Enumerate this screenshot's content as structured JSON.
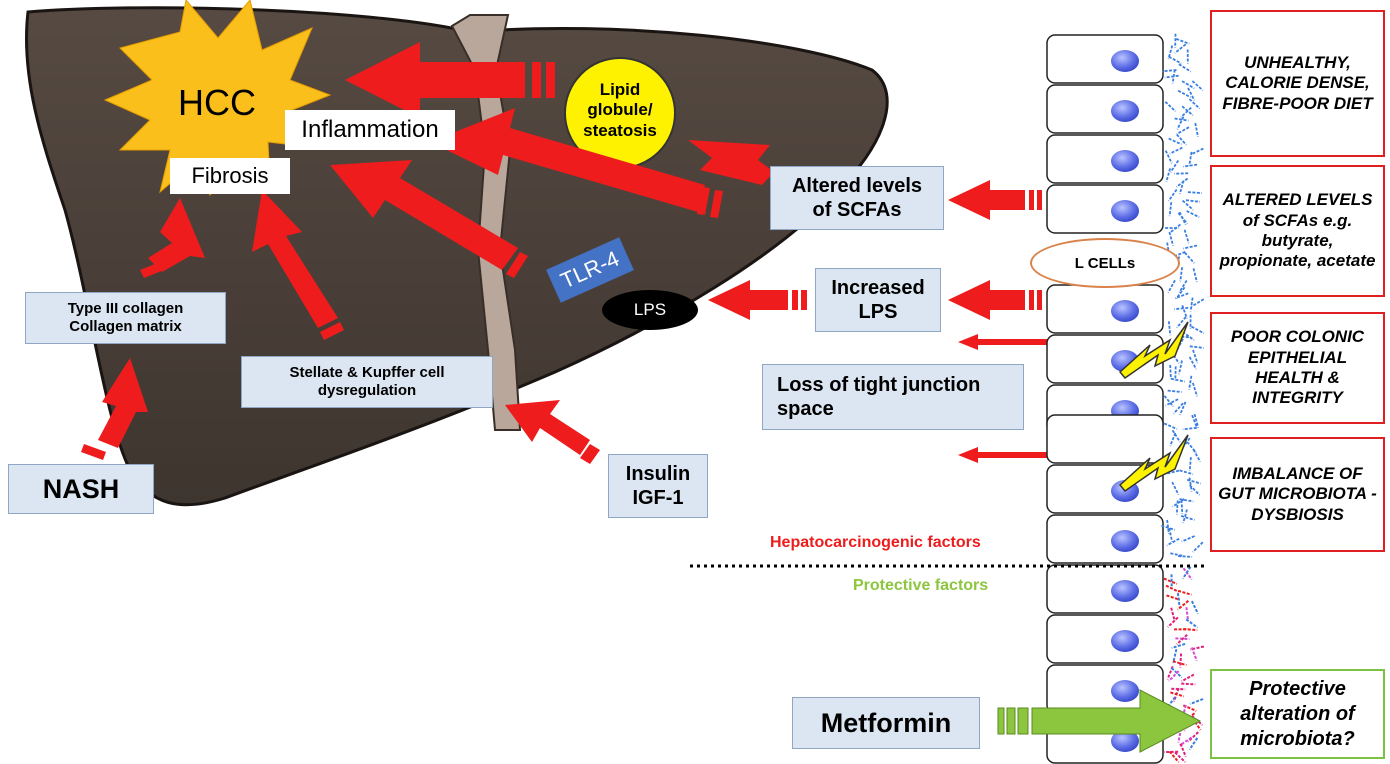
{
  "liver": {
    "hcc_label": "HCC",
    "inflammation_label": "Inflammation",
    "fibrosis_label": "Fibrosis",
    "lipid_label": "Lipid globule/ steatosis",
    "tlr4_label": "TLR-4",
    "lps_label": "LPS"
  },
  "boxes": {
    "collagen": "Type III collagen Collagen matrix",
    "stellate": "Stellate & Kupffer cell dysregulation",
    "nash": "NASH",
    "insulin": "Insulin IGF-1",
    "scfa": "Altered levels of SCFAs",
    "increased_lps": "Increased LPS",
    "tight_junction": "Loss of tight junction space",
    "metformin": "Metformin"
  },
  "gut": {
    "l_cells": "L CELLs",
    "hepato_label": "Hepatocarcinogenic factors",
    "protective_label": "Protective factors"
  },
  "factors": [
    "UNHEALTHY, CALORIE DENSE, FIBRE-POOR DIET",
    "ALTERED LEVELS of SCFAs e.g. butyrate, propionate, acetate",
    "POOR COLONIC EPITHELIAL HEALTH & INTEGRITY",
    "IMBALANCE OF GUT MICROBIOTA - DYSBIOSIS"
  ],
  "protective_box": "Protective alteration of microbiota?",
  "colors": {
    "liver": "#4a4039",
    "arrow_red": "#ee1c1c",
    "arrow_green": "#8cc63f",
    "label_fill": "#dce6f2",
    "hcc_star": "#fbbf1c",
    "lipid": "#fff200",
    "hepato_text": "#ee1c1c",
    "protective_text": "#8cc63f",
    "tlr4": "#4472c4"
  }
}
